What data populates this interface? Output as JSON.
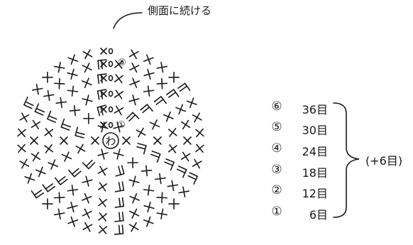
{
  "note": "側面に続ける",
  "center_symbol": "わ",
  "diagram_markers": [
    "⑤",
    "①"
  ],
  "rounds": [
    {
      "num": "⑥",
      "count": "36目"
    },
    {
      "num": "⑤",
      "count": "30目"
    },
    {
      "num": "④",
      "count": "24目"
    },
    {
      "num": "③",
      "count": "18目"
    },
    {
      "num": "②",
      "count": "12目"
    },
    {
      "num": "①",
      "count": "6目"
    }
  ],
  "increase_note": "(+6目)"
}
